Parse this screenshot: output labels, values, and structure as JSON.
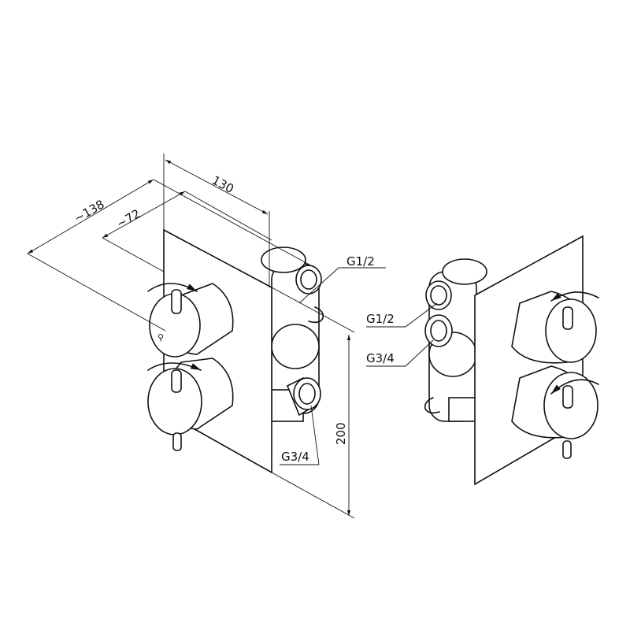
{
  "dimensions": {
    "depth_total": "~138",
    "depth_body": "~72",
    "width": "130",
    "height": "200"
  },
  "left_view": {
    "top_port": "G1/2",
    "bottom_port": "G3/4"
  },
  "right_view": {
    "top_port": "G1/2",
    "bottom_port": "G3/4"
  }
}
